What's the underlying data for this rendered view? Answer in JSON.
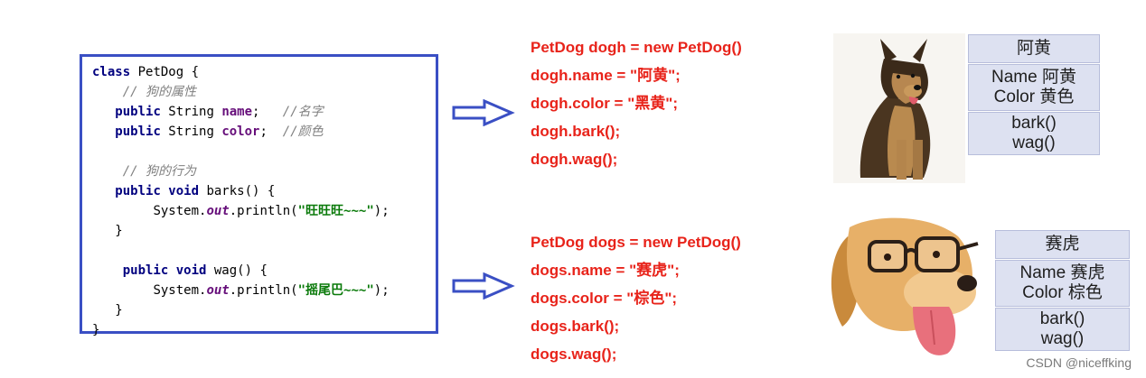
{
  "code": {
    "class_kw": "class",
    "class_name": " PetDog {",
    "attr_comment": "// 狗的属性",
    "name_line": {
      "kw": "public",
      "type": " String ",
      "field": "name",
      "semi": ";",
      "comment": "//名字"
    },
    "color_line": {
      "kw": "public",
      "type": " String ",
      "field": "color",
      "semi": ";",
      "comment": "//颜色"
    },
    "behavior_comment": "// 狗的行为",
    "barks_sig": {
      "kw": "public void",
      "rest": " barks() {"
    },
    "barks_body": {
      "pre": "System.",
      "out": "out",
      "mid": ".println(",
      "str": "\"旺旺旺~~~\"",
      "end": ");"
    },
    "wag_sig": {
      "kw": "public void",
      "rest": " wag() {"
    },
    "wag_body": {
      "pre": "System.",
      "out": "out",
      "mid": ".println(",
      "str": "\"摇尾巴~~~\"",
      "end": ");"
    },
    "close_method": "}",
    "close_class": "}"
  },
  "instances": [
    {
      "lines": [
        "PetDog dogh = new PetDog()",
        "dogh.name = \"阿黄\";",
        "dogh.color = \"黑黄\";",
        "dogh.bark();",
        "dogh.wag();"
      ],
      "panel": {
        "title": "阿黄",
        "attr1": "Name 阿黄",
        "attr2": "Color 黄色",
        "method1": "bark()",
        "method2": "wag()"
      },
      "image": "german-shepherd-dog"
    },
    {
      "lines": [
        "PetDog dogs = new PetDog()",
        "dogs.name = \"赛虎\";",
        "dogs.color = \"棕色\";",
        "dogs.bark();",
        "dogs.wag();"
      ],
      "panel": {
        "title": "赛虎",
        "attr1": "Name 赛虎",
        "attr2": "Color 棕色",
        "method1": "bark()",
        "method2": "wag()"
      },
      "image": "golden-retriever-with-glasses"
    }
  ],
  "colors": {
    "box_border": "#3a4fc4",
    "red_code": "#e8231a",
    "panel_bg": "#dde1f1"
  },
  "watermark": "CSDN @niceffking"
}
